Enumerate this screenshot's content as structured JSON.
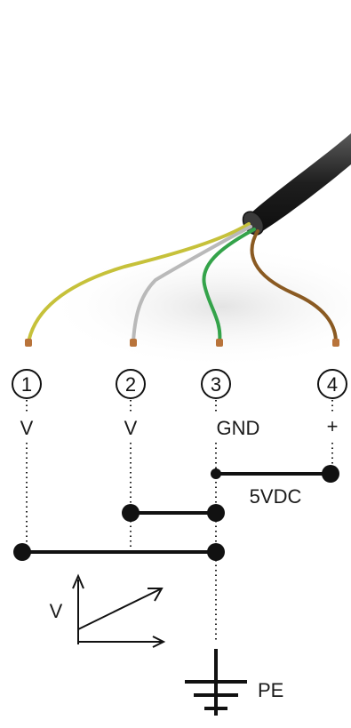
{
  "terminals": [
    {
      "number": "1",
      "label": "V"
    },
    {
      "number": "2",
      "label": "V"
    },
    {
      "number": "3",
      "label": "GND"
    },
    {
      "number": "4",
      "label": "+"
    }
  ],
  "supply_label": "5VDC",
  "analog_output_label": "V",
  "earth_label": "PE",
  "wire_colors": {
    "wire_1": "#c6c13a",
    "wire_2": "#b9b9b9",
    "wire_3": "#34a34a",
    "wire_4": "#8a5a22",
    "cable_sheath": "#2a2a2a"
  }
}
